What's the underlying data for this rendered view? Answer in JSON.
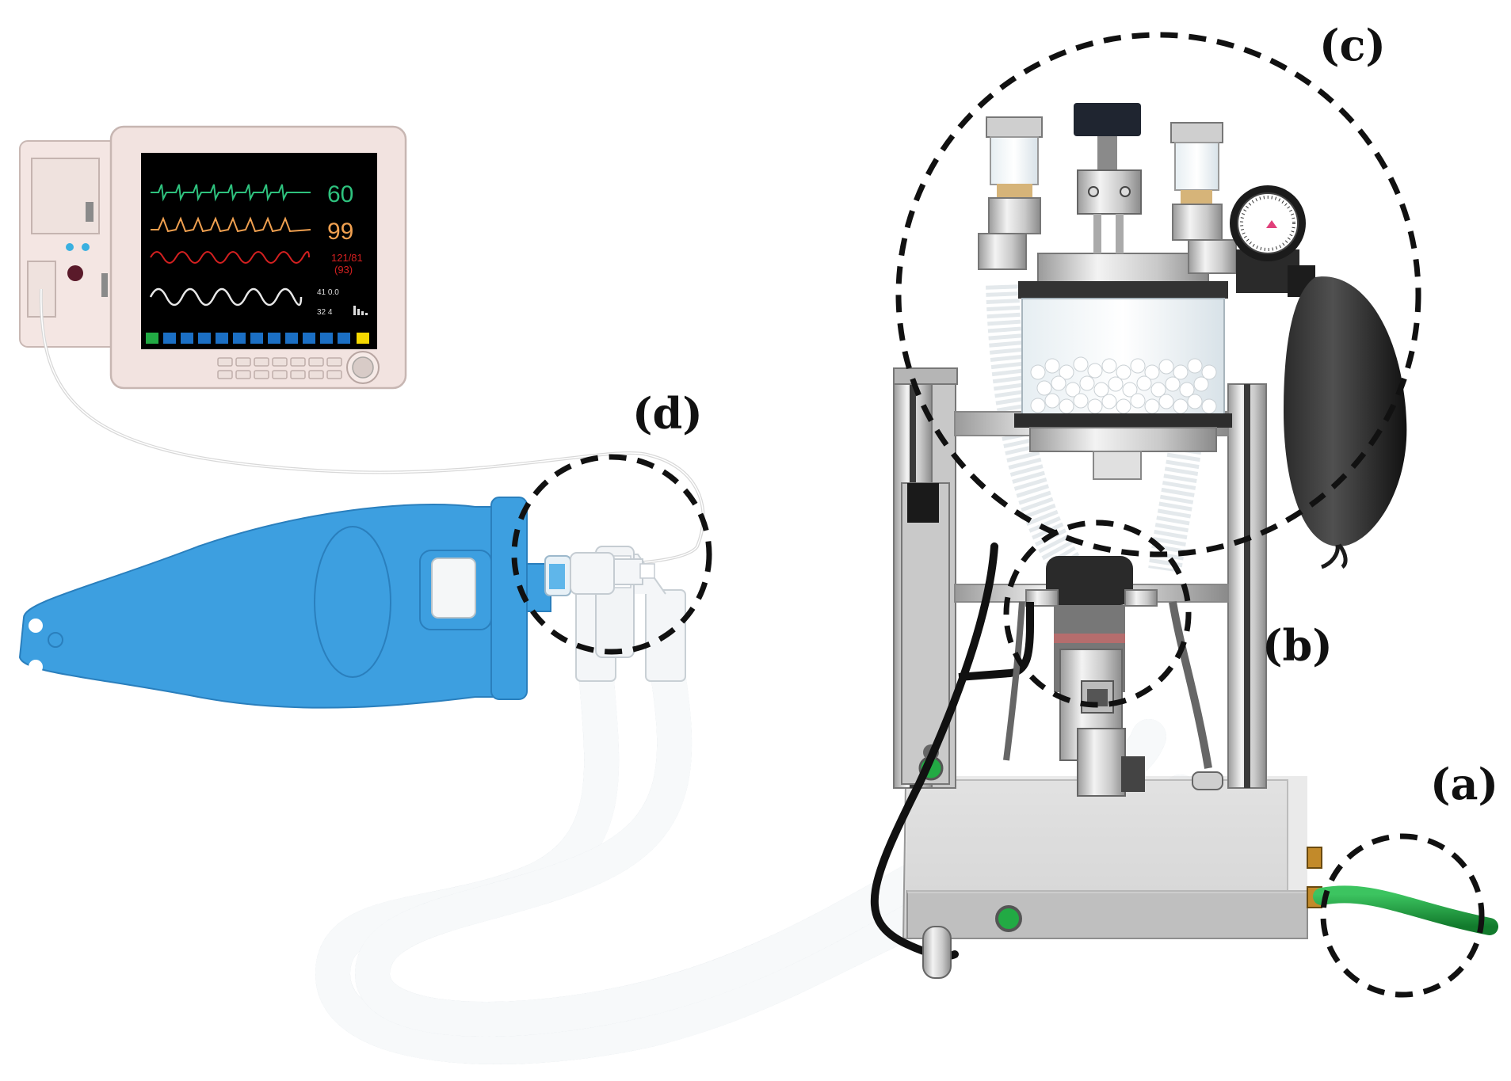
{
  "labels": {
    "a": "(a)",
    "b": "(b)",
    "c": "(c)",
    "d": "(d)"
  },
  "monitor": {
    "heart_rate": "60",
    "spo2": "99",
    "blood_pressure": "121/81",
    "blood_pressure_mean": "(93)",
    "resp_values_top": "41   0.0",
    "resp_values_bottom": "32   4"
  },
  "colors": {
    "mask_blue": "#3d9fe0",
    "hose_green": "#1e9a3c",
    "hr_green": "#2ec27e",
    "spo2_orange": "#f0a050",
    "bp_red": "#d42020",
    "bag_black": "#1b1b1b",
    "monitor_case": "#f2e3e0"
  }
}
